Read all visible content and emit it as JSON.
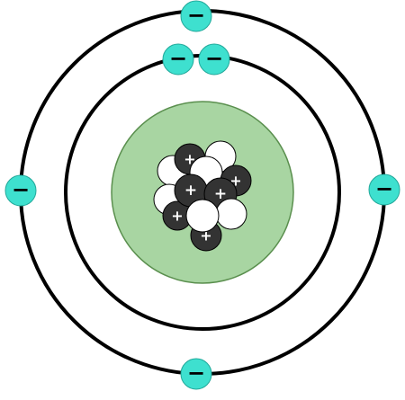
{
  "colors": {
    "background": "#ffffff",
    "orbit": "#000000",
    "nucleus_fill": "#a8d5a2",
    "nucleus_stroke": "#5a8f4e",
    "electron_fill": "#3ee0cf",
    "electron_stroke": "#22a89a",
    "electron_sign": "#000000",
    "proton_fill": "#333333",
    "proton_sign": "#ffffff",
    "neutron_fill": "#ffffff",
    "neutron_stroke": "#000000"
  },
  "symbols": {
    "electron": "−",
    "proton": "+"
  },
  "atom": {
    "shells": [
      {
        "name": "outer-shell",
        "electrons": 4
      },
      {
        "name": "inner-shell",
        "electrons": 2
      }
    ],
    "protons": 6,
    "neutrons": 6
  }
}
